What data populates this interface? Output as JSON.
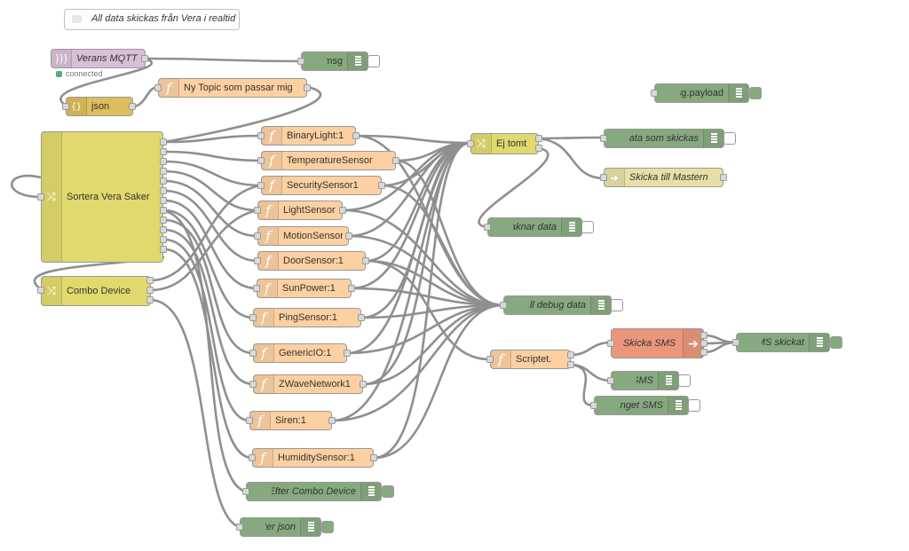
{
  "flow": {
    "comment": "All data skickas från Vera i realtid",
    "colors": {
      "function": "#fdd0a2",
      "switch": "#e2d96e",
      "debug": "#87a980",
      "mqtt": "#d8bfd8",
      "json": "#debd5c",
      "twilio": "#e9967a",
      "link": "#e6e0a5",
      "wire": "#8f8f8f"
    },
    "nodes": {
      "mqtt_in": "Verans MQTT",
      "mqtt_status": "connected",
      "json": "json",
      "new_topic": "Ny Topic som passar mig",
      "sort": "Sortera Vera Saker",
      "combo": "Combo Device",
      "binary": "BinaryLight:1",
      "temperature": "TemperatureSensor",
      "security": "SecuritySensor1",
      "light": "LightSensor:1",
      "motion": "MotionSensor:1",
      "door": "DoorSensor:1",
      "sun": "SunPower:1",
      "ping": "PingSensor:1",
      "generic": "GenericIO:1",
      "zwave": "ZWaveNetwork1",
      "siren": "Siren:1",
      "humidity": "HumiditySensor:1",
      "ej_tomt": "Ej tomt",
      "scriptet": "Scriptet.",
      "skicka_sms": "Skicka SMS",
      "skicka_mastern": "Skicka till Mastern",
      "debug_msg": "msg",
      "debug_payload": "msg.payload",
      "debug_data": "Data som skickas",
      "debug_saknar": "Saknar data",
      "debug_all": "All debug data",
      "debug_sms_skickat": "SMS skickat",
      "debug_sms": "SMS",
      "debug_inget": "Inget SMS",
      "debug_after_combo": "Efter Combo Device",
      "debug_after_json": "Efter json"
    }
  }
}
